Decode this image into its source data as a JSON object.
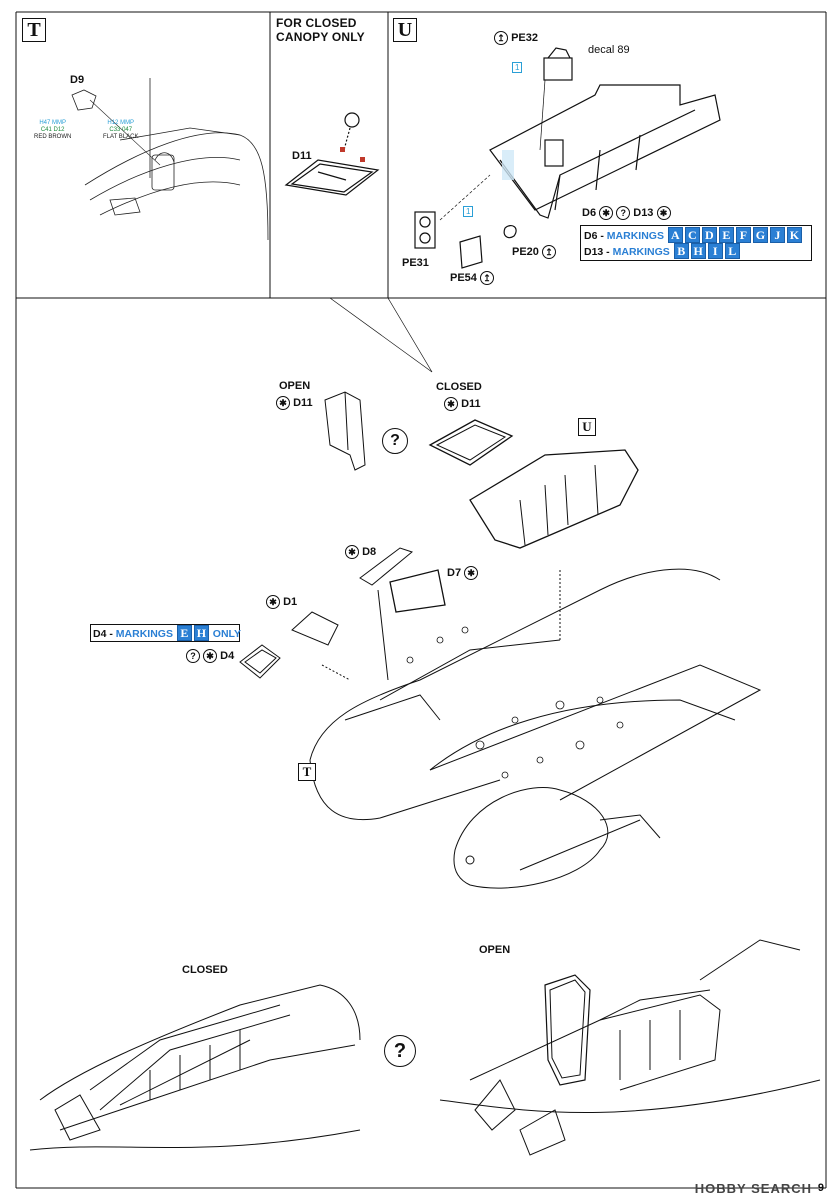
{
  "steps": {
    "t": "T",
    "u": "U",
    "for_closed_line1": "FOR CLOSED",
    "for_closed_line2": "CANOPY ONLY"
  },
  "step_t": {
    "part": "D9",
    "paint_left": {
      "line1": "H47  MMP",
      "line2": "C41  D12",
      "line3": "RED BROWN"
    },
    "paint_right": {
      "line1": "H12  MMP",
      "line2": "C33  047",
      "line3": "FLAT BLACK"
    }
  },
  "closed_only": {
    "part": "D11"
  },
  "step_u": {
    "pe32": "PE32",
    "decal": "decal 89",
    "ref1": "1",
    "ref2": "1",
    "pe31": "PE31",
    "pe20": "PE20",
    "pe54": "PE54",
    "d6_d13": {
      "d6": "D6",
      "d13": "D13"
    },
    "markings": [
      {
        "part": "D6",
        "label": "MARKINGS",
        "letters": [
          "A",
          "C",
          "D",
          "E",
          "F",
          "G",
          "J",
          "K"
        ]
      },
      {
        "part": "D13",
        "label": "MARKINGS",
        "letters": [
          "B",
          "H",
          "I",
          "L"
        ]
      }
    ]
  },
  "main": {
    "open_label": "OPEN",
    "open_part": "D11",
    "closed_label": "CLOSED",
    "closed_part": "D11",
    "u_ref": "U",
    "t_ref": "T",
    "d8": "D8",
    "d7": "D7",
    "d1": "D1",
    "d4": "D4",
    "d4_markings": {
      "part": "D4",
      "label": "MARKINGS",
      "letters": [
        "E",
        "H"
      ],
      "suffix": "ONLY"
    }
  },
  "bottom": {
    "closed_label": "CLOSED",
    "open_label": "OPEN",
    "question": "?"
  },
  "footer": {
    "page_number": "9",
    "watermark": "HOBBY SEARCH"
  },
  "symbols": {
    "optional": "?",
    "star": "✱",
    "bend": "↥"
  }
}
